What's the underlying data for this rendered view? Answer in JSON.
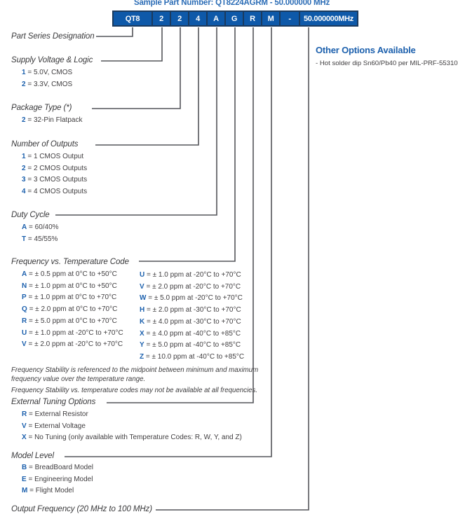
{
  "title": "Sample Part Number: QT8224AGRM - 50.000000 MHz",
  "part_table": {
    "cells": [
      "QT8",
      "2",
      "2",
      "4",
      "A",
      "G",
      "R",
      "M",
      "-",
      "50.000000MHz"
    ]
  },
  "other_options": {
    "heading": "Other Options Available",
    "item": "- Hot solder dip Sn60/Pb40 per MIL-PRF-55310"
  },
  "sections": {
    "part_series": {
      "heading": "Part Series Designation"
    },
    "supply": {
      "heading": "Supply Voltage & Logic",
      "options": [
        {
          "code": "1",
          "desc": "= 5.0V, CMOS"
        },
        {
          "code": "2",
          "desc": "= 3.3V, CMOS"
        }
      ]
    },
    "package": {
      "heading": "Package Type (*)",
      "options": [
        {
          "code": "2",
          "desc": "= 32-Pin Flatpack"
        }
      ]
    },
    "outputs": {
      "heading": "Number of Outputs",
      "options": [
        {
          "code": "1",
          "desc": "= 1 CMOS Output"
        },
        {
          "code": "2",
          "desc": "= 2 CMOS Outputs"
        },
        {
          "code": "3",
          "desc": "= 3 CMOS Outputs"
        },
        {
          "code": "4",
          "desc": "= 4 CMOS Outputs"
        }
      ]
    },
    "duty": {
      "heading": "Duty Cycle",
      "options": [
        {
          "code": "A",
          "desc": "= 60/40%"
        },
        {
          "code": "T",
          "desc": "= 45/55%"
        }
      ]
    },
    "freq": {
      "heading": "Frequency vs. Temperature Code",
      "left": [
        {
          "code": "A",
          "desc": "= ± 0.5 ppm at 0°C to +50°C"
        },
        {
          "code": "N",
          "desc": "= ± 1.0 ppm at 0°C to +50°C"
        },
        {
          "code": "P",
          "desc": "= ± 1.0 ppm at 0°C to +70°C"
        },
        {
          "code": "Q",
          "desc": "= ± 2.0 ppm at 0°C to +70°C"
        },
        {
          "code": "R",
          "desc": "= ± 5.0 ppm at 0°C to +70°C"
        },
        {
          "code": "U",
          "desc": "= ± 1.0 ppm at -20°C to +70°C"
        },
        {
          "code": "V",
          "desc": "= ± 2.0 ppm at -20°C to +70°C"
        }
      ],
      "right": [
        {
          "code": "U",
          "desc": "= ± 1.0 ppm at -20°C to +70°C"
        },
        {
          "code": "V",
          "desc": "= ± 2.0 ppm at -20°C to +70°C"
        },
        {
          "code": "W",
          "desc": "= ± 5.0 ppm at -20°C to +70°C"
        },
        {
          "code": "H",
          "desc": "= ± 2.0 ppm at -30°C to +70°C"
        },
        {
          "code": "K",
          "desc": "= ± 4.0 ppm at -30°C to +70°C"
        },
        {
          "code": "X",
          "desc": "= ± 4.0 ppm at -40°C to +85°C"
        },
        {
          "code": "Y",
          "desc": "= ± 5.0 ppm at -40°C to +85°C"
        },
        {
          "code": "Z",
          "desc": "= ± 10.0 ppm at -40°C to +85°C"
        }
      ],
      "notes": [
        "Frequency Stability is referenced to the midpoint between minimum and maximum frequency value over the temperature range.",
        "Frequency Stability vs. temperature codes may not be available at all frequencies."
      ]
    },
    "tuning": {
      "heading": "External Tuning Options",
      "options": [
        {
          "code": "R",
          "desc": "= External Resistor"
        },
        {
          "code": "V",
          "desc": "= External Voltage"
        },
        {
          "code": "X",
          "desc": "= No Tuning (only available with Temperature Codes: R, W, Y, and Z)"
        }
      ]
    },
    "model": {
      "heading": "Model Level",
      "options": [
        {
          "code": "B",
          "desc": "= BreadBoard Model"
        },
        {
          "code": "E",
          "desc": "= Engineering Model"
        },
        {
          "code": "M",
          "desc": "= Flight Model"
        }
      ]
    },
    "output_freq": {
      "heading": "Output Frequency (20 MHz to 100 MHz)"
    }
  }
}
